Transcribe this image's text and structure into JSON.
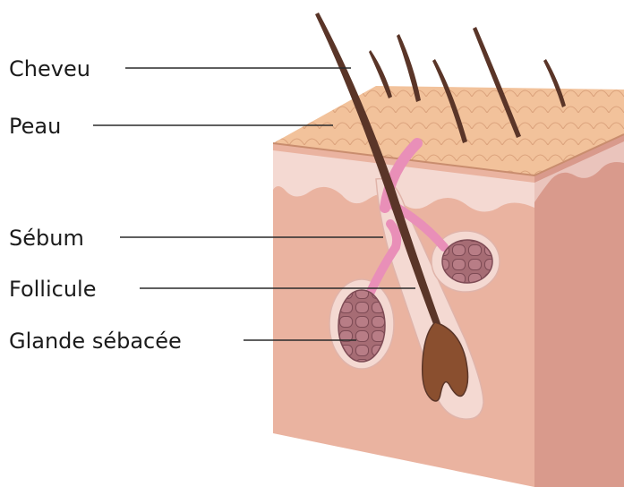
{
  "labels": {
    "hair": "Cheveu",
    "skin": "Peau",
    "sebum": "Sébum",
    "follicle": "Follicule",
    "gland": "Glande sébacée"
  },
  "colors": {
    "skin_surface": "#f2c29b",
    "skin_front": "#eab3a0",
    "skin_side": "#d99a8c",
    "dermis_band": "#f4d9d2",
    "hair": "#5a3528",
    "sebum": "#e98fb8",
    "gland": "#a66c74"
  }
}
